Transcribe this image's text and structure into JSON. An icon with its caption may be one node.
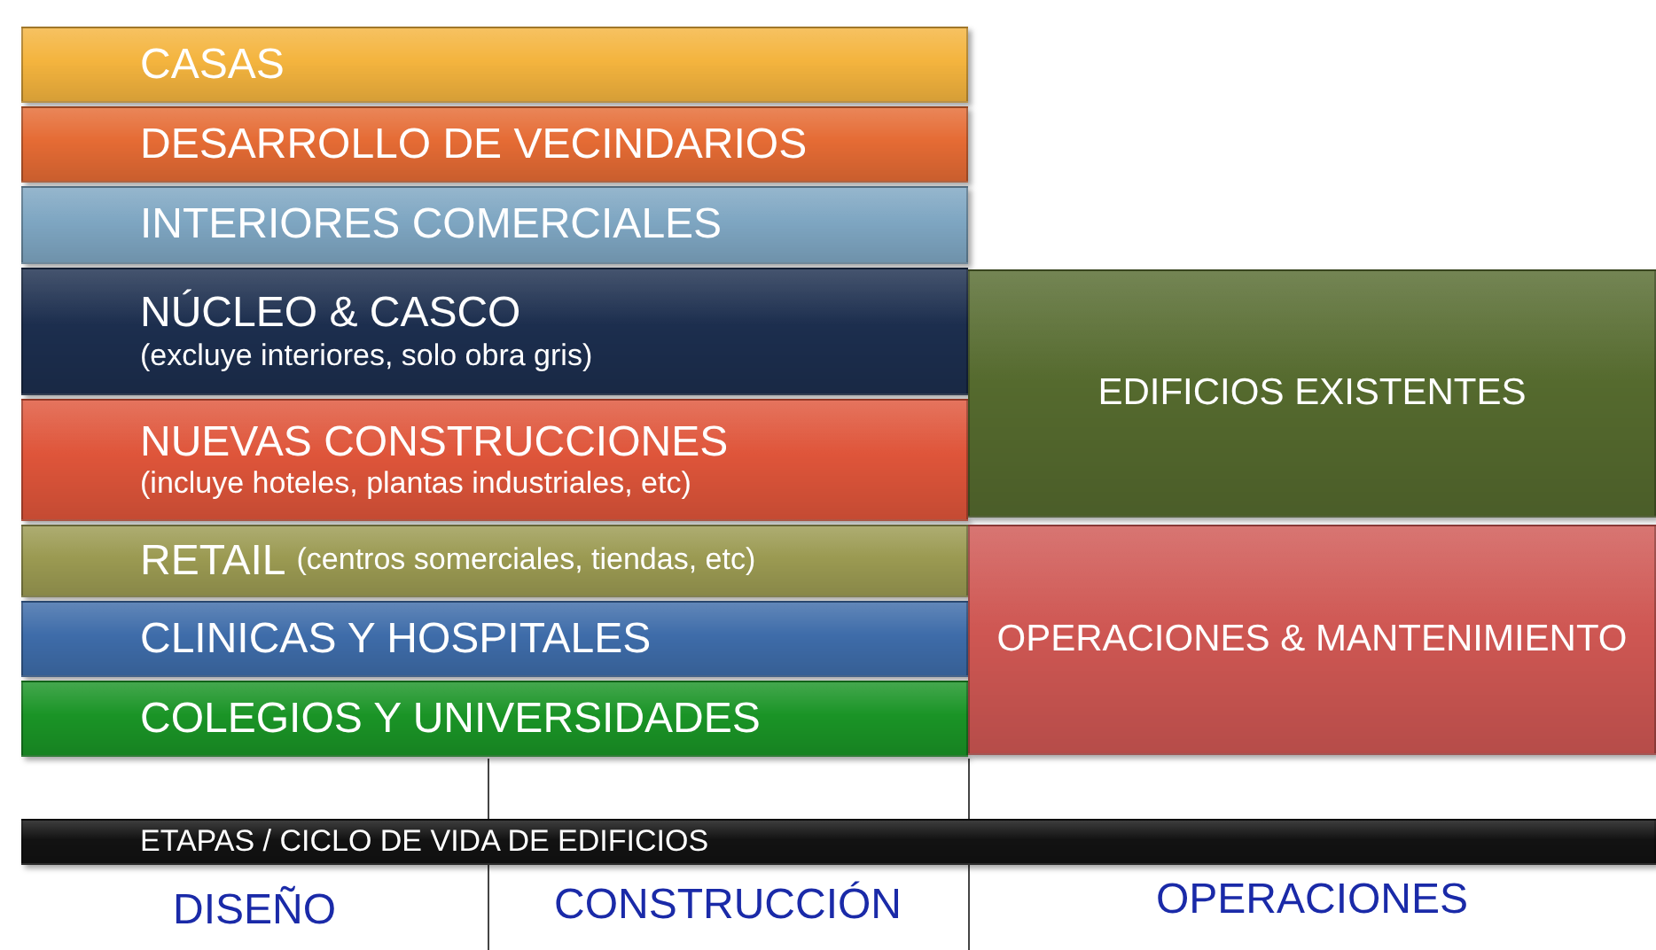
{
  "diagram": {
    "nodes": [
      {
        "text": [
          "CASAS"
        ]
      },
      {
        "text": [
          "DESARROLLO DE VECINDARIOS"
        ]
      },
      {
        "text": [
          "INTERIORES COMERCIALES"
        ]
      },
      {
        "text": [
          "NÚCLEO & CASCO",
          "(excluye interiores, solo obra gris)"
        ]
      },
      {
        "text": [
          "NUEVAS CONSTRUCCIONES",
          "(incluye hoteles, plantas industriales, etc)"
        ]
      },
      {
        "text": [
          "RETAIL",
          "(centros somerciales, tiendas, etc)"
        ]
      },
      {
        "text": [
          "CLINICAS Y HOSPITALES"
        ]
      },
      {
        "text": [
          "COLEGIOS Y UNIVERSIDADES"
        ]
      },
      {
        "text": [
          "EDIFICIOS EXISTENTES"
        ]
      },
      {
        "text": [
          "OPERACIONES & MANTENIMIENTO"
        ]
      },
      {
        "text": [
          "ETAPAS / CICLO DE VIDA DE EDIFICIOS"
        ]
      }
    ],
    "labels": [
      "DISEÑO",
      "CONSTRUCCIÓN",
      "OPERACIONES"
    ]
  }
}
